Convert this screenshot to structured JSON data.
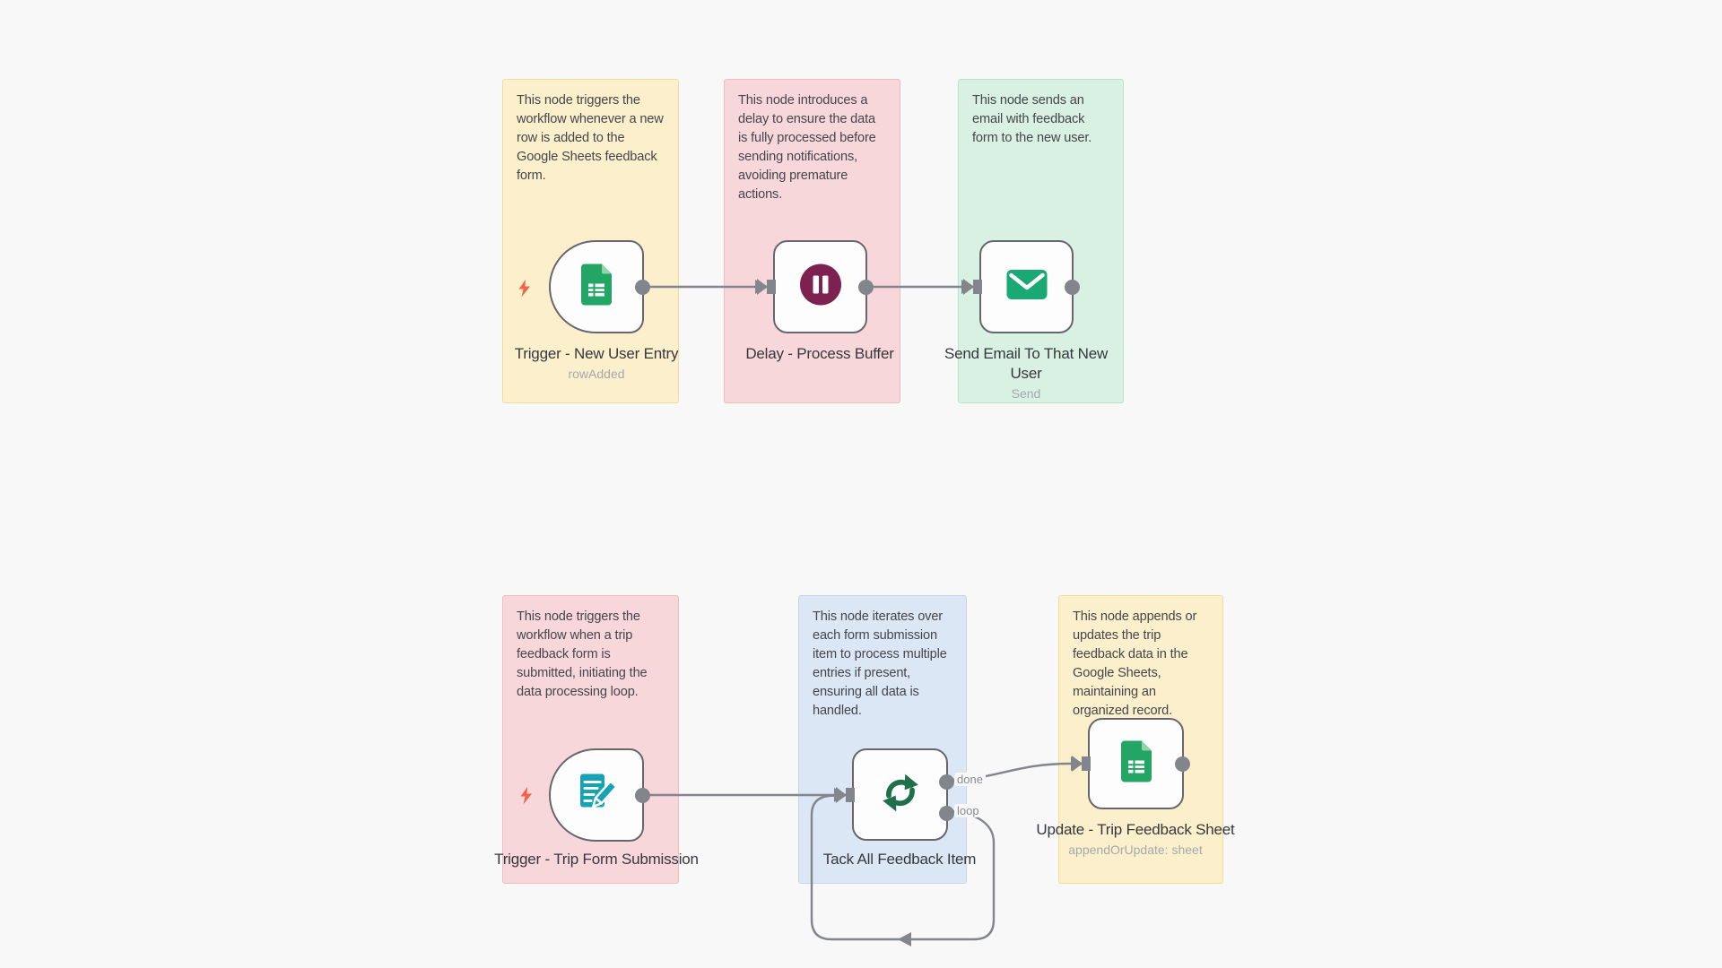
{
  "app": {
    "title": "Workflow canvas"
  },
  "colors": {
    "canvas_bg": "#f8f8f8",
    "wire_gray": "#83858d",
    "node_border": "#66676e",
    "sticky_yellow": "#fcf0cc",
    "sticky_pink": "#f8d7db",
    "sticky_green": "#d9f1e3",
    "sticky_blue": "#dbe7f5",
    "sheets_green": "#23a566",
    "delay_maroon": "#7d2150",
    "email_green": "#1aa874",
    "form_teal": "#16a3b3",
    "loop_green": "#1e6f4c",
    "bolt_coral": "#f2634e"
  },
  "stickies": [
    {
      "text": "This node triggers the workflow whenever a new row is added to the Google Sheets feedback form."
    },
    {
      "text": "This node introduces a delay to ensure the data is fully processed before sending notifications, avoiding premature actions."
    },
    {
      "text": "This node sends an email with feedback form to the new user."
    },
    {
      "text": "This node triggers the workflow when a trip feedback form is submitted, initiating the data processing loop."
    },
    {
      "text": "This node iterates over each form submission item to process multiple entries if present, ensuring all data is handled."
    },
    {
      "text": "This node appends or updates the trip feedback data in the Google Sheets, maintaining an organized record."
    }
  ],
  "nodes": [
    {
      "name": "Trigger - New User Entry",
      "subtitle": "rowAdded",
      "icon": "google-sheets"
    },
    {
      "name": "Delay - Process Buffer",
      "icon": "pause"
    },
    {
      "name": "Send Email To That New User",
      "subtitle": "Send",
      "icon": "email"
    },
    {
      "name": "Trigger - Trip Form Submission",
      "icon": "form-pencil"
    },
    {
      "name": "Tack All Feedback Item",
      "icon": "loop-arrows",
      "outputs": [
        "done",
        "loop"
      ]
    },
    {
      "name": "Update - Trip Feedback Sheet",
      "subtitle": "appendOrUpdate: sheet",
      "icon": "google-sheets"
    }
  ]
}
